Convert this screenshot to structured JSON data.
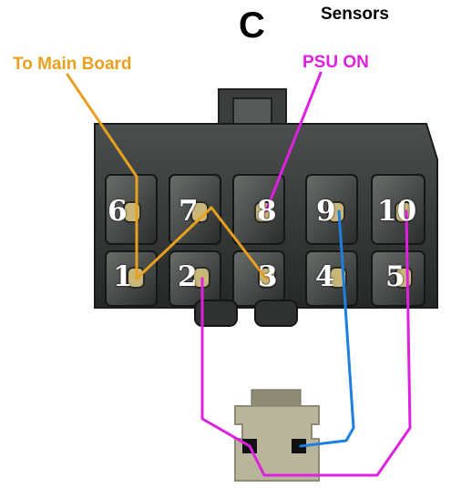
{
  "title_letter": "C",
  "sensors_label": "Sensors",
  "labels": {
    "to_main_board": "To Main Board",
    "psu_on": "PSU ON"
  },
  "pins": {
    "top_row": [
      "6",
      "7",
      "8",
      "9",
      "10"
    ],
    "bottom_row": [
      "1",
      "2",
      "3",
      "4",
      "5"
    ]
  },
  "colors": {
    "to_main_board": "#e8a020",
    "psu_on": "#e020e0",
    "blue_wire": "#1f7fe0",
    "connector_body": "#3a3d3c",
    "small_plug": "#b9b59a"
  }
}
